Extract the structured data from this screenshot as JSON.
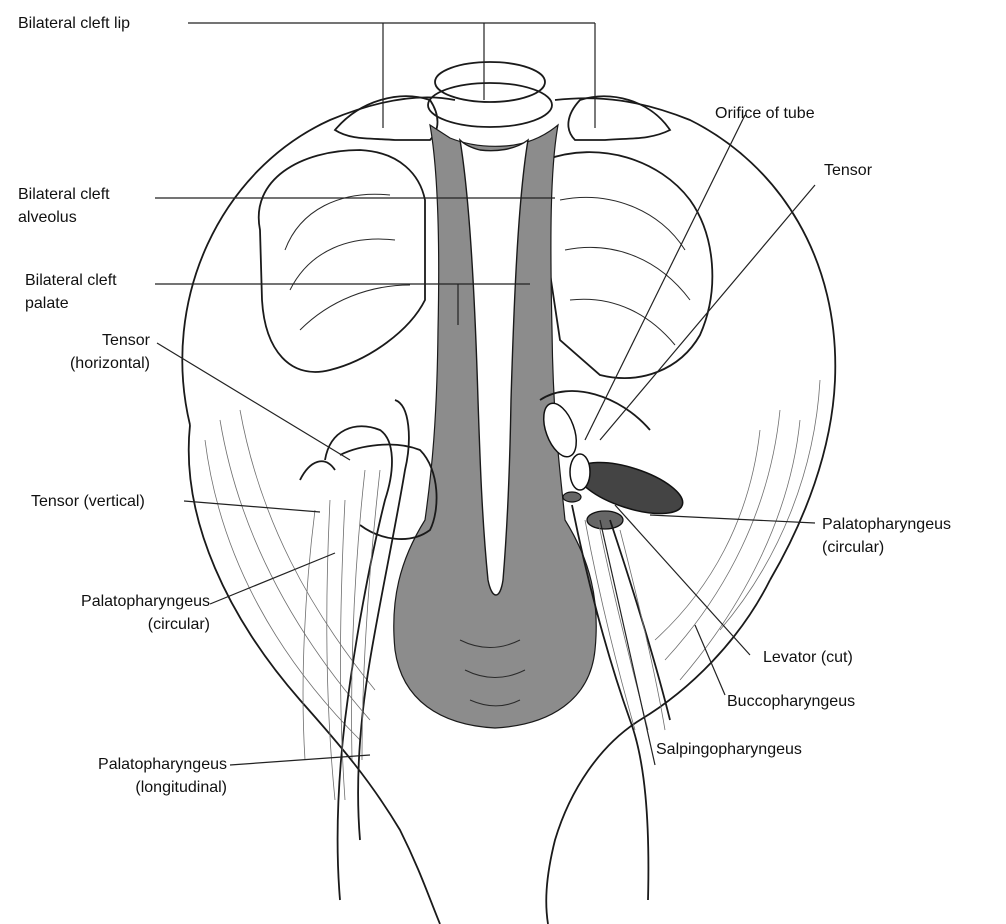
{
  "labels": {
    "bilateral_cleft_lip": "Bilateral cleft lip",
    "bilateral_cleft_alveolus": [
      "Bilateral cleft",
      "alveolus"
    ],
    "bilateral_cleft_palate": [
      "Bilateral cleft",
      "palate"
    ],
    "tensor_horizontal": [
      "Tensor",
      "(horizontal)"
    ],
    "tensor_vertical": "Tensor (vertical)",
    "palatopharyngeus_circular_left": [
      "Palatopharyngeus",
      "(circular)"
    ],
    "palatopharyngeus_longitudinal": [
      "Palatopharyngeus",
      "(longitudinal)"
    ],
    "orifice_of_tube": "Orifice of tube",
    "tensor_right": "Tensor",
    "palatopharyngeus_circular_right": [
      "Palatopharyngeus",
      "(circular)"
    ],
    "levator_cut": "Levator (cut)",
    "buccopharyngeus": "Buccopharyngeus",
    "salpingopharyngeus": "Salpingopharyngeus"
  },
  "colors": {
    "cleft_shading": "#8c8c8c",
    "line_art": "#1a1a1a",
    "background": "#ffffff"
  }
}
